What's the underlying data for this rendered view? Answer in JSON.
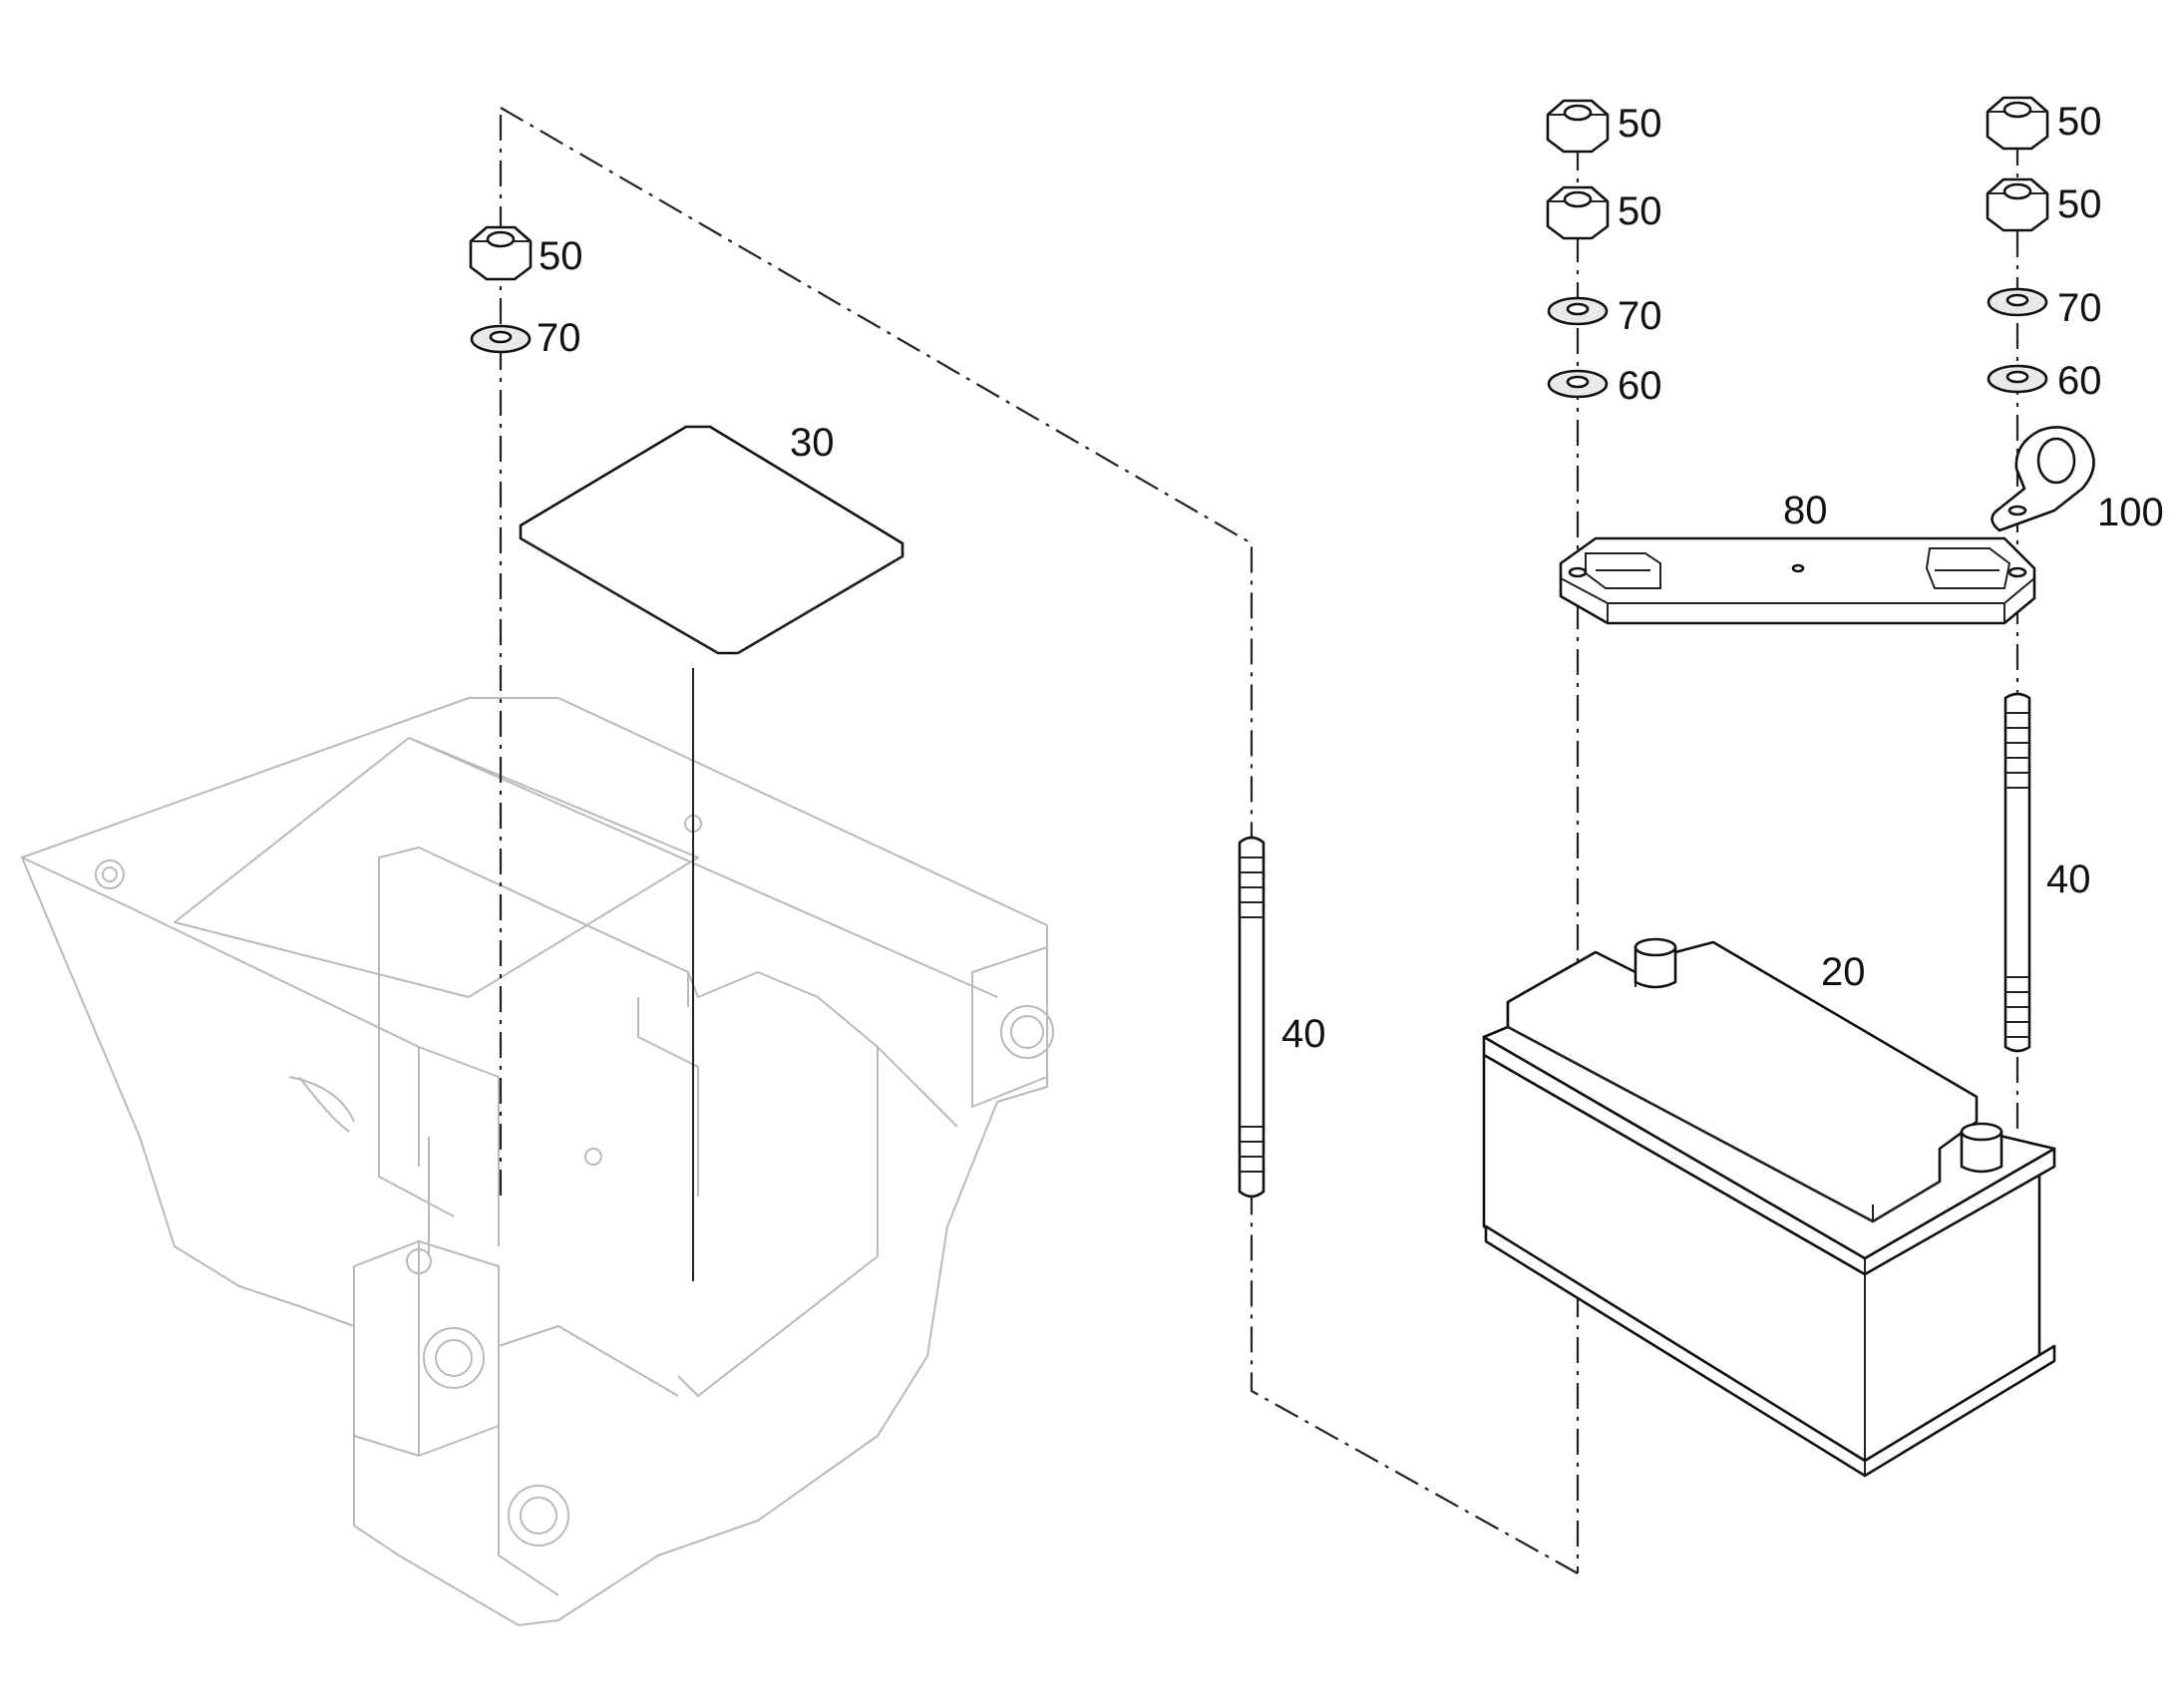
{
  "callouts": {
    "nut_left": "50",
    "washer_left": "70",
    "plate": "30",
    "rod_middle": "40",
    "nut_right_a_top": "50",
    "nut_right_a_second": "50",
    "washer_right_a_70": "70",
    "washer_right_a_60": "60",
    "nut_right_b_top": "50",
    "nut_right_b_second": "50",
    "washer_right_b_70": "70",
    "washer_right_b_60": "60",
    "clamp_bar": "80",
    "cable_clip": "100",
    "rod_right": "40",
    "battery": "20"
  }
}
